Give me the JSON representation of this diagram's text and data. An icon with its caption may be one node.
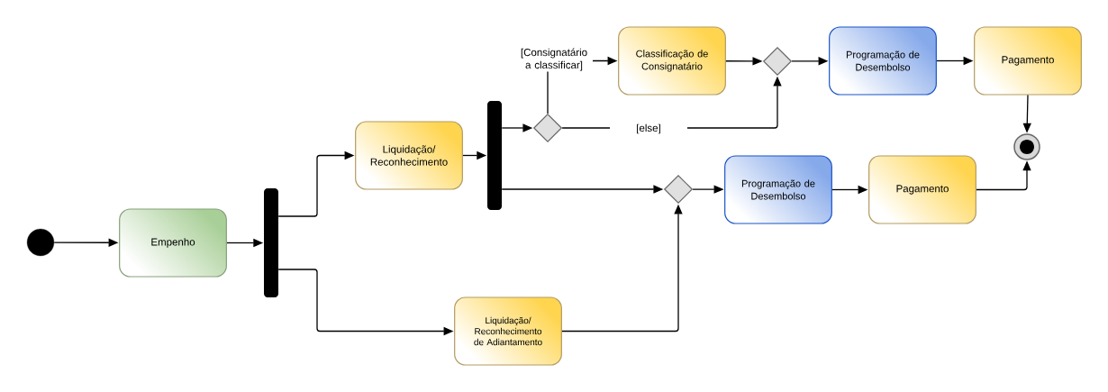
{
  "diagram": {
    "nodes": [
      {
        "text": [],
        "shape": "circle"
      },
      {
        "text": [
          "Empenho"
        ]
      },
      {
        "text": [],
        "shape": "bar"
      },
      {
        "text": [
          "Liquidação/ Reconhecimento"
        ]
      },
      {
        "text": [
          "Liquidação/ Reconhecimento de Adiantamento"
        ]
      },
      {
        "text": [],
        "shape": "bar"
      },
      {
        "text": [],
        "shape": "diamond"
      },
      {
        "text": [
          "Classificação de Consignatário"
        ]
      },
      {
        "text": [],
        "shape": "diamond"
      },
      {
        "text": [
          "Programação de Desembolso"
        ]
      },
      {
        "text": [
          "Pagamento"
        ]
      },
      {
        "text": [],
        "shape": "diamond"
      },
      {
        "text": [
          "Programação de Desembolso"
        ]
      },
      {
        "text": [
          "Pagamento"
        ]
      },
      {
        "text": [],
        "shape": "circle"
      }
    ],
    "edges": [
      {
        "from": 0,
        "to": 1,
        "arrow": "to"
      },
      {
        "from": 1,
        "to": 2,
        "arrow": "to"
      },
      {
        "from": 2,
        "to": 3,
        "arrow": "to"
      },
      {
        "from": 2,
        "to": 4,
        "arrow": "to"
      },
      {
        "from": 3,
        "to": 5,
        "arrow": "to"
      },
      {
        "from": 5,
        "to": 6,
        "arrow": "to"
      },
      {
        "from": 5,
        "to": 11,
        "arrow": "to"
      },
      {
        "from": 6,
        "to": 7,
        "arrow": "to",
        "label": "[Consignatário a classificar]"
      },
      {
        "from": 6,
        "to": 8,
        "arrow": "to",
        "label": "[else]"
      },
      {
        "from": 7,
        "to": 8,
        "arrow": "to"
      },
      {
        "from": 8,
        "to": 9,
        "arrow": "to"
      },
      {
        "from": 9,
        "to": 10,
        "arrow": "to"
      },
      {
        "from": 10,
        "to": 14,
        "arrow": "to"
      },
      {
        "from": 4,
        "to": 11,
        "arrow": "to"
      },
      {
        "from": 11,
        "to": 12,
        "arrow": "to"
      },
      {
        "from": 12,
        "to": 13,
        "arrow": "to"
      },
      {
        "from": 13,
        "to": 14,
        "arrow": "to"
      }
    ]
  }
}
